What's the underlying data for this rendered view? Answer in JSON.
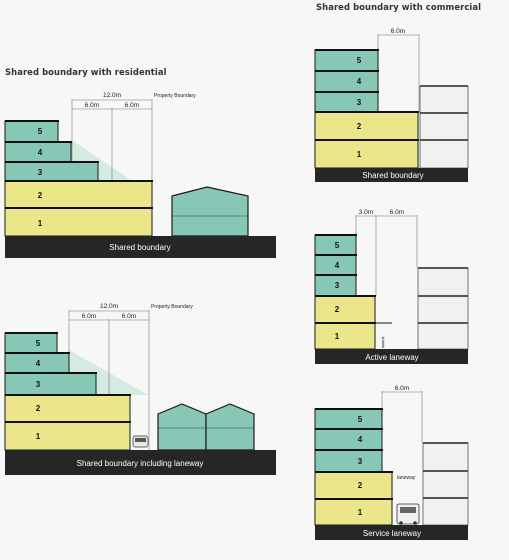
{
  "headings": {
    "residential": "Shared boundary with residential",
    "commercial": "Shared boundary with commercial"
  },
  "diagrams": {
    "res_shared": {
      "caption": "Shared boundary",
      "dim_total": "12.0m",
      "dim_a": "6.0m",
      "dim_b": "6.0m",
      "note": "Property Boundary",
      "levels": [
        "1",
        "2",
        "3",
        "4",
        "5"
      ]
    },
    "res_laneway": {
      "caption": "Shared boundary including laneway",
      "dim_total": "12.0m",
      "dim_a": "6.0m",
      "dim_b": "6.0m",
      "note": "Property Boundary",
      "levels": [
        "1",
        "2",
        "3",
        "4",
        "5"
      ]
    },
    "com_shared": {
      "caption": "Shared boundary",
      "dim_a": "6.0m",
      "levels": [
        "1",
        "2",
        "3",
        "4",
        "5"
      ]
    },
    "com_active": {
      "caption": "Active laneway",
      "dim_a": "3.0m",
      "dim_b": "6.0m",
      "levels": [
        "1",
        "2",
        "3",
        "4",
        "5"
      ]
    },
    "com_service": {
      "caption": "Service laneway",
      "dim_a": "6.0m",
      "lane_label": "laneway",
      "levels": [
        "1",
        "2",
        "3",
        "4",
        "5"
      ]
    }
  },
  "colors": {
    "green": "#86c8b5",
    "yellow": "#ebe68a",
    "white_bldg": "#f1f1f1",
    "ground": "#262626",
    "line": "#1a1a1a",
    "shadow": "#cfe9dd"
  }
}
